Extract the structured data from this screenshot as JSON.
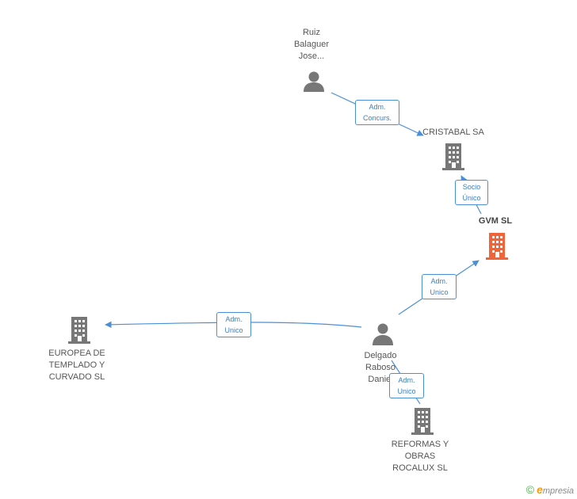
{
  "nodes": {
    "ruiz": {
      "lines": [
        "Ruiz",
        "Balaguer",
        "Jose..."
      ],
      "type": "person"
    },
    "cristabal": {
      "lines": [
        "CRISTABAL SA"
      ],
      "type": "company"
    },
    "gvm": {
      "lines": [
        "GVM SL"
      ],
      "type": "company-highlight"
    },
    "europea": {
      "lines": [
        "EUROPEA DE",
        "TEMPLADO Y",
        "CURVADO SL"
      ],
      "type": "company"
    },
    "delgado": {
      "lines": [
        "Delgado",
        "Raboso",
        "Daniel"
      ],
      "type": "person"
    },
    "reformas": {
      "lines": [
        "REFORMAS Y",
        "OBRAS",
        "ROCALUX SL"
      ],
      "type": "company"
    }
  },
  "edges": {
    "ruiz_cristabal": {
      "lines": [
        "Adm.",
        "Concurs."
      ]
    },
    "gvm_cristabal": {
      "lines": [
        "Socio",
        "Único"
      ]
    },
    "delgado_gvm": {
      "lines": [
        "Adm.",
        "Unico"
      ]
    },
    "delgado_europea": {
      "lines": [
        "Adm.",
        "Unico"
      ]
    },
    "delgado_reformas": {
      "lines": [
        "Adm.",
        "Unico"
      ]
    }
  },
  "colors": {
    "edge": "#4a90d9",
    "icon": "#777777",
    "highlight": "#f0643a"
  },
  "footer": {
    "copyright": "©",
    "brand_initial": "e",
    "brand_rest": "mpresia"
  }
}
